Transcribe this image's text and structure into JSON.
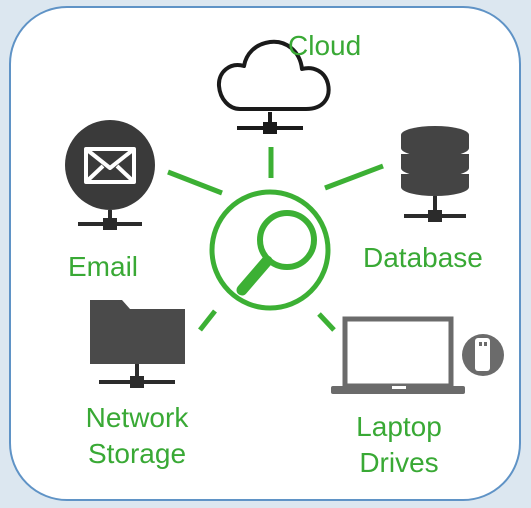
{
  "colors": {
    "accent": "#3cb034",
    "icon_dark": "#3a3a3a",
    "icon_gray": "#6b6b6b",
    "border": "#5f93c6",
    "background": "#dce7f0"
  },
  "center": {
    "icon": "magnifier-icon"
  },
  "sources": [
    {
      "id": "cloud",
      "icon": "cloud-icon",
      "lines": [
        "Cloud"
      ]
    },
    {
      "id": "email",
      "icon": "email-icon",
      "lines": [
        "Email"
      ]
    },
    {
      "id": "database",
      "icon": "database-icon",
      "lines": [
        "Database"
      ]
    },
    {
      "id": "network-storage",
      "icon": "folder-icon",
      "lines": [
        "Network",
        "Storage"
      ]
    },
    {
      "id": "laptop-drives",
      "icon": "laptop-icon",
      "lines": [
        "Laptop",
        "Drives"
      ]
    }
  ]
}
